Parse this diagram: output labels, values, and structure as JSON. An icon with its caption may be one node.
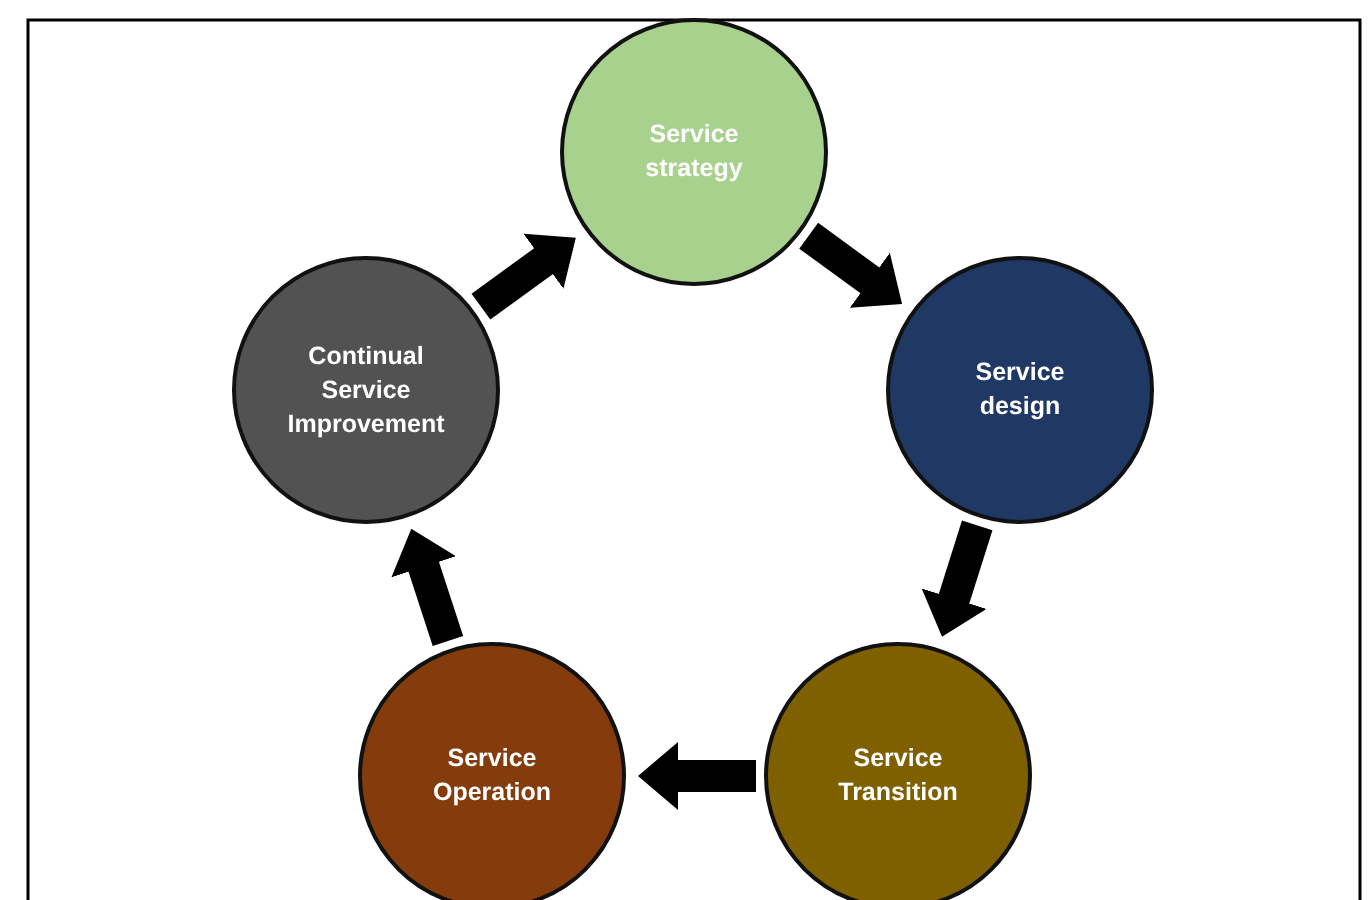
{
  "diagram": {
    "nodes": [
      {
        "text": [
          "Service strategy"
        ]
      },
      {
        "text": [
          "Service design"
        ]
      },
      {
        "text": [
          "Service Transition"
        ]
      },
      {
        "text": [
          "Service Operation"
        ]
      },
      {
        "text": [
          "Continual Service Improvement"
        ]
      }
    ],
    "edges": [
      {
        "from": 0,
        "to": 1,
        "arrow": "to"
      },
      {
        "from": 1,
        "to": 2,
        "arrow": "to"
      },
      {
        "from": 2,
        "to": 3,
        "arrow": "to"
      },
      {
        "from": 3,
        "to": 4,
        "arrow": "to"
      },
      {
        "from": 4,
        "to": 0,
        "arrow": "to"
      }
    ]
  }
}
